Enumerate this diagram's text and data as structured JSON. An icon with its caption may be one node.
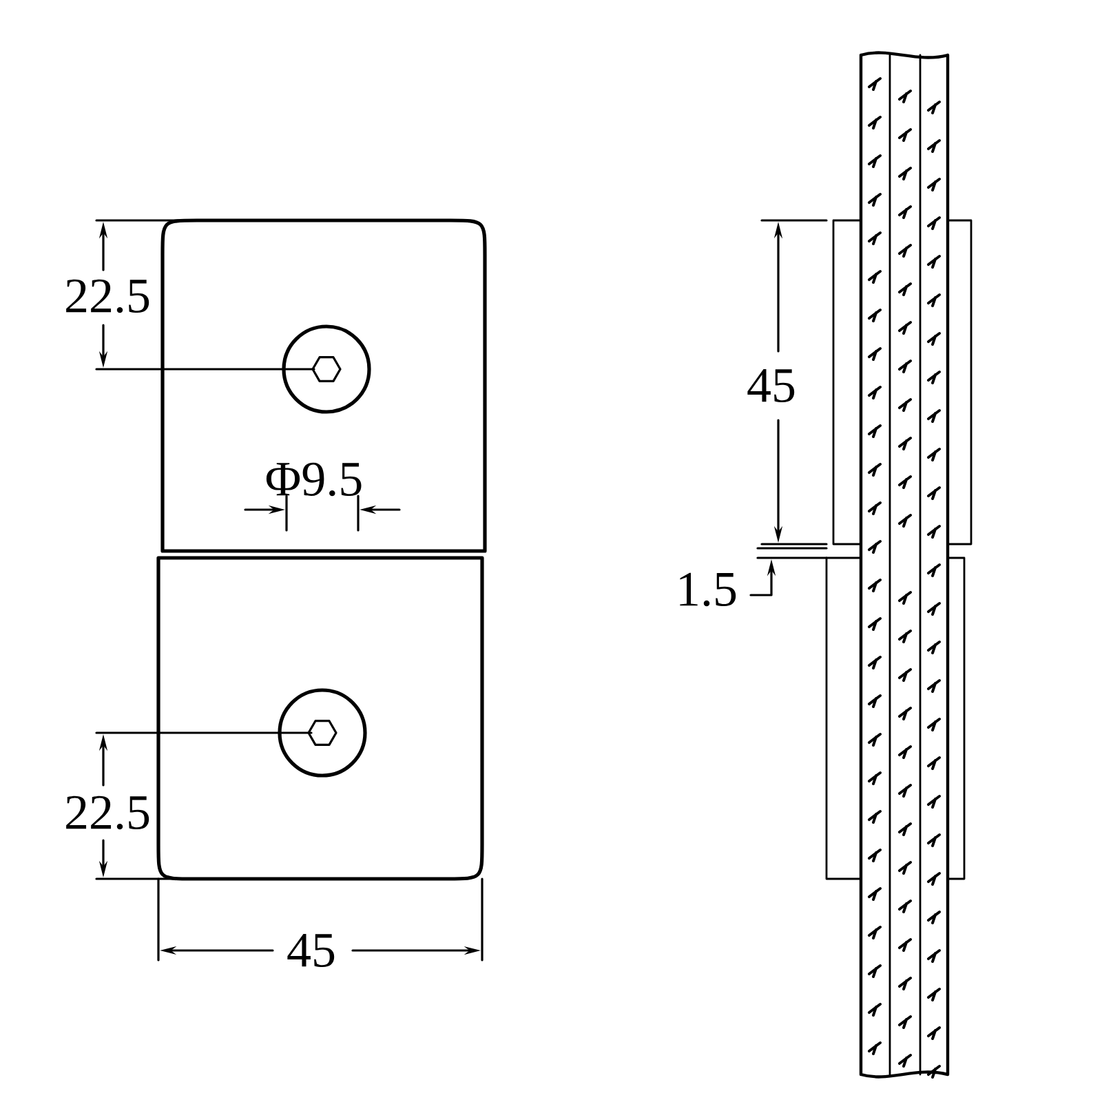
{
  "diagram": {
    "labels": [
      "22.5",
      "45",
      "Φ9.5",
      "1.5",
      "22.5",
      "45"
    ]
  }
}
